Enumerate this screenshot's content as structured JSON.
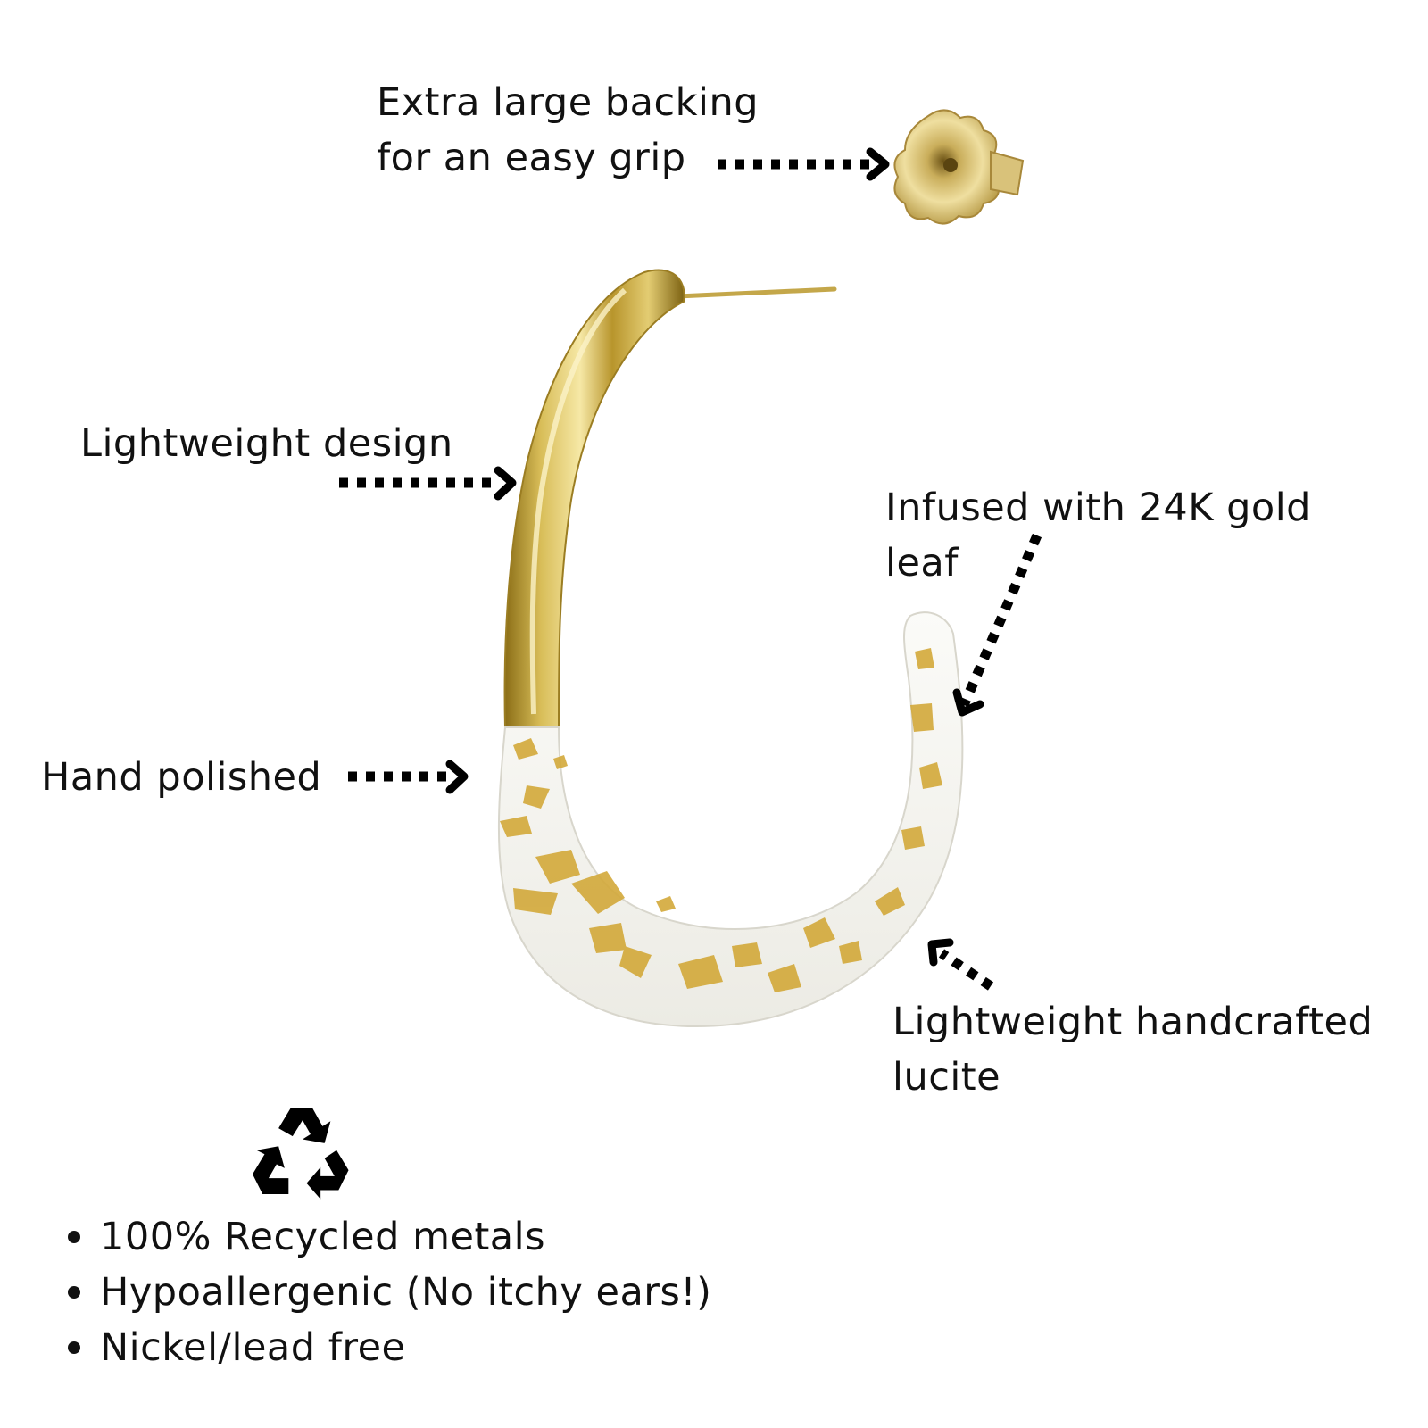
{
  "callouts": {
    "backing": {
      "line1": "Extra large backing",
      "line2": "for an easy grip"
    },
    "lightweight_design": {
      "text": "Lightweight design"
    },
    "hand_polished": {
      "text": "Hand polished"
    },
    "gold_leaf": {
      "line1": "Infused with 24K gold",
      "line2": "leaf"
    },
    "lucite": {
      "line1": "Lightweight handcrafted",
      "line2": "lucite"
    }
  },
  "features": {
    "icon": "recycle-icon",
    "items": [
      {
        "label": "100% Recycled metals"
      },
      {
        "label": "Hypoallergenic (No itchy ears!)"
      },
      {
        "label": "Nickel/lead free"
      }
    ]
  },
  "colors": {
    "text": "#111111",
    "gold": "#c9a93a",
    "gold_highlight": "#f3e3a0",
    "gold_shadow": "#8a6d16",
    "lucite": "#f4f3ee",
    "background": "#ffffff"
  }
}
